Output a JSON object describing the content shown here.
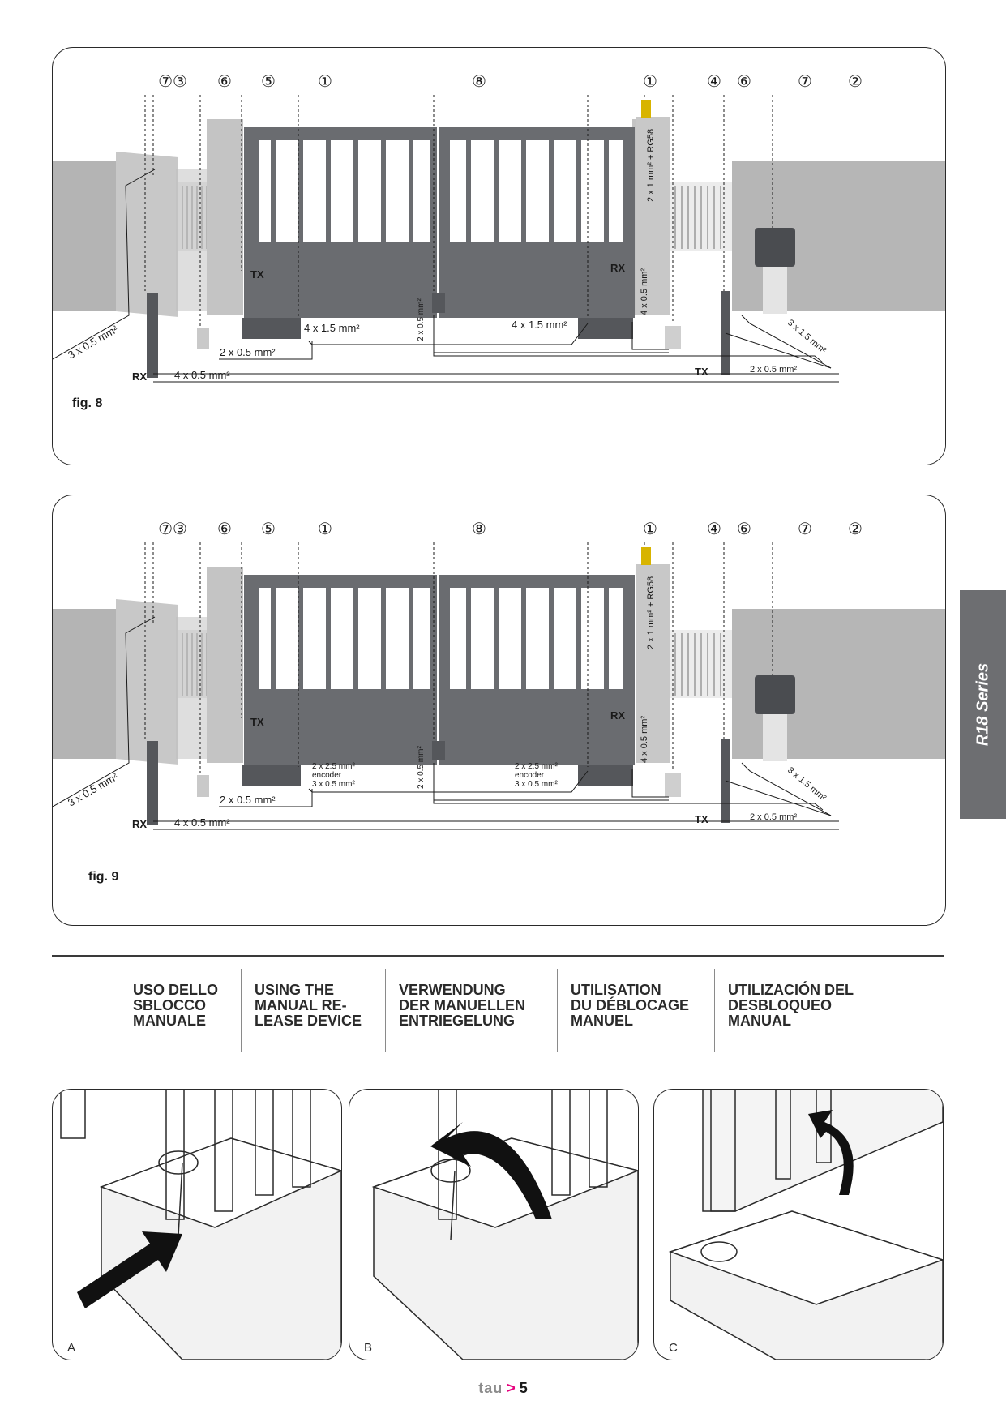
{
  "figures": [
    {
      "label": "fig. 8",
      "callouts": [
        "⑦③",
        "⑥",
        "⑤",
        "①",
        "⑧",
        "①",
        "④",
        "⑥",
        "⑦",
        "②"
      ],
      "cables": {
        "left_photocell": "3 x 0.5 mm²",
        "motor_left": "4 x 1.5 mm²",
        "motor_right": "4 x 1.5 mm²",
        "lock": "2 x 0.5 mm²",
        "stop": "2 x 0.5 mm²",
        "bottom": "4 x 0.5 mm²",
        "right_tx": "2 x 0.5 mm²",
        "right_control": "3 x 1.5 mm²",
        "lamp": "2 x 1 mm² + RG58",
        "right_pillar": "4 x 0.5 mm²"
      },
      "labels": {
        "tx_left": "TX",
        "rx_right": "RX",
        "rx_bottom": "RX",
        "tx_bottom": "TX"
      }
    },
    {
      "label": "fig. 9",
      "callouts": [
        "⑦③",
        "⑥",
        "⑤",
        "①",
        "⑧",
        "①",
        "④",
        "⑥",
        "⑦",
        "②"
      ],
      "cables": {
        "left_photocell": "3 x 0.5 mm²",
        "motor_left_a": "2 x 2.5 mm²",
        "motor_left_b": "encoder",
        "motor_left_c": "3 x 0.5 mm²",
        "motor_right_a": "2 x 2.5 mm²",
        "motor_right_b": "encoder",
        "motor_right_c": "3 x 0.5 mm²",
        "lock": "2 x 0.5 mm²",
        "stop": "2 x 0.5 mm²",
        "bottom": "4 x 0.5 mm²",
        "right_tx": "2 x 0.5 mm²",
        "right_control": "3 x 1.5 mm²",
        "lamp": "2 x 1 mm² + RG58",
        "right_pillar": "4 x 0.5 mm²"
      },
      "labels": {
        "tx_left": "TX",
        "rx_right": "RX",
        "rx_bottom": "RX",
        "tx_bottom": "TX"
      }
    }
  ],
  "sidetab": "R18 Series",
  "headings": [
    "USO DELLO\nSBLOCCO\nMANUALE",
    "USING THE\nMANUAL RE-\nLEASE DEVICE",
    "VERWENDUNG\nDER MANUELLEN\nENTRIEGELUNG",
    "UTILISATION\nDU DÉBLOCAGE\nMANUEL",
    "UTILIZACIÓN DEL\nDESBLOQUEO\nMANUAL"
  ],
  "steps": [
    "A",
    "B",
    "C"
  ],
  "footer": {
    "brand": "tau",
    "arrow": ">",
    "page": "5"
  },
  "colors": {
    "gate": "#6a6c70",
    "wall": "#b9b9b9",
    "accent": "#e6007e",
    "lamp": "#d8b400"
  }
}
